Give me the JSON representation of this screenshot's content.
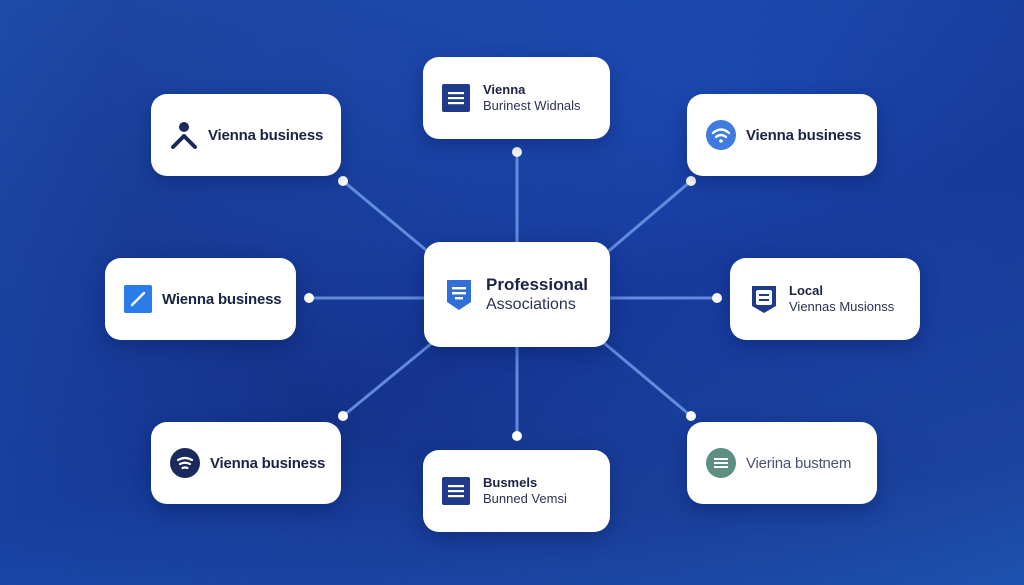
{
  "center": {
    "line1": "Professional",
    "line2": "Associations",
    "icon": "document-badge-icon",
    "color": "#2f6fd6"
  },
  "nodes": {
    "top_left": {
      "label": "Vienna business",
      "icon": "person-icon",
      "color": "#1b2a5c"
    },
    "top_center": {
      "line1": "Vienna",
      "line2": "Burinest Widnals",
      "icon": "document-lines-icon",
      "color": "#1f3a8a"
    },
    "top_right": {
      "label": "Vienna business",
      "icon": "wifi-circle-icon",
      "color": "#3f7be0"
    },
    "middle_left": {
      "label": "Wienna business",
      "icon": "pen-square-icon",
      "color": "#2a7de8"
    },
    "middle_right": {
      "line1": "Local",
      "line2": "Viennas Musionss",
      "icon": "shield-list-icon",
      "color": "#1f3a8a"
    },
    "bottom_left": {
      "label": "Vienna business",
      "icon": "signal-circle-icon",
      "color": "#1b2a5c"
    },
    "bottom_center": {
      "line1": "Busmels",
      "line2": "Bunned Vemsi",
      "icon": "document-lines-icon",
      "color": "#1f3a8a"
    },
    "bottom_right": {
      "label": "Vierina bustnem",
      "icon": "menu-circle-icon",
      "color": "#5d8f82"
    }
  }
}
